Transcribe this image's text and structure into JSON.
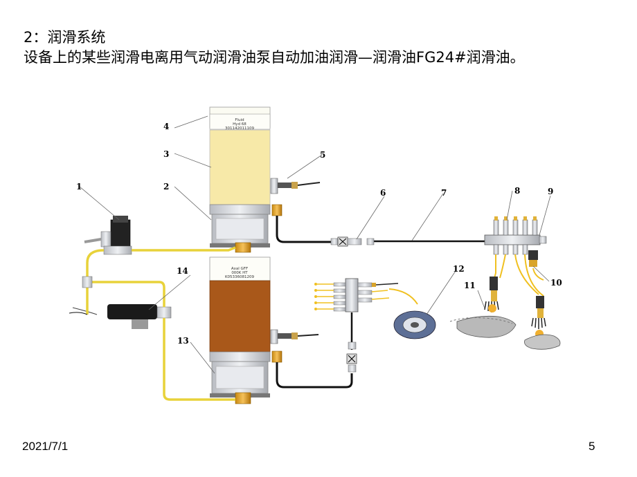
{
  "slide": {
    "title": "2：润滑系统",
    "body": "设备上的某些润滑电离用气动润滑油泵自动加油润滑—润滑油FG24#润滑油。",
    "footer_date": "2021/7/1",
    "page_number": "5"
  },
  "diagram": {
    "callouts": {
      "1": "1",
      "2": "2",
      "3": "3",
      "4": "4",
      "5": "5",
      "6": "6",
      "7": "7",
      "8": "8",
      "9": "9",
      "10": "10",
      "11": "11",
      "12": "12",
      "13": "13",
      "14": "14"
    },
    "upper_tank_label": [
      "Fluid",
      "Hyd 68",
      "301142011109"
    ],
    "lower_tank_label": [
      "Axal GFF",
      "000K HT",
      "K05336081209"
    ]
  }
}
